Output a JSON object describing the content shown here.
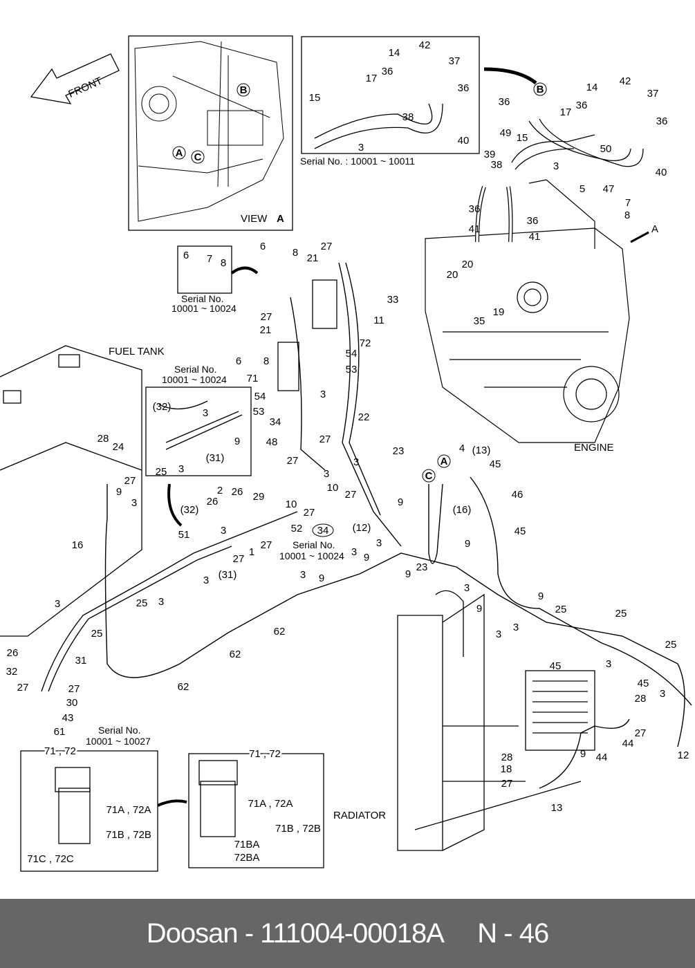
{
  "footer": {
    "text": "Doosan - 111004-00018A     N - 46"
  },
  "captions": {
    "fuel_tank": "FUEL TANK",
    "engine": "ENGINE",
    "radiator": "RADIATOR",
    "view_a": "VIEW",
    "view_a_letter": "A",
    "front": "FRONT",
    "serial_inset_top": "Serial No. : 10001 ~ 10011",
    "serial_small_1": "Serial No.",
    "serial_small_1_range": "10001 ~ 10024",
    "serial_box2": "Serial No.",
    "serial_box2_range": "10001 ~ 10024",
    "serial_34": "Serial No.",
    "serial_34_range": "10001 ~ 10024",
    "serial_filter": "Serial No.",
    "serial_filter_range": "10001 ~ 10027",
    "box3_title": "71 , 72",
    "box4_title": "71 , 72"
  },
  "callouts": [
    "A",
    "B",
    "C",
    "34"
  ],
  "labels": [
    "42",
    "14",
    "37",
    "36",
    "17",
    "36",
    "36",
    "15",
    "49",
    "3",
    "50",
    "40",
    "39",
    "38",
    "5",
    "47",
    "7",
    "8",
    "36",
    "36",
    "41",
    "41",
    "A",
    "20",
    "20",
    "19",
    "35",
    "14",
    "42",
    "37",
    "36",
    "17",
    "36",
    "15",
    "38",
    "40",
    "3",
    "6",
    "7",
    "8",
    "6",
    "8",
    "27",
    "21",
    "33",
    "11",
    "27",
    "21",
    "72",
    "54",
    "6",
    "8",
    "53",
    "71",
    "54",
    "53",
    "34",
    "48",
    "3",
    "22",
    "23",
    "27",
    "3",
    "27",
    "3",
    "10",
    "27",
    "10",
    "27",
    "29",
    "2",
    "26",
    "26",
    "3",
    "27",
    "1",
    "27",
    "52",
    "(32)",
    "3",
    "9",
    "(31)",
    "25",
    "3",
    "28",
    "24",
    "27",
    "9",
    "3",
    "16",
    "(32)",
    "51",
    "3",
    "(31)",
    "25",
    "3",
    "3",
    "25",
    "31",
    "26",
    "32",
    "27",
    "27",
    "30",
    "43",
    "61",
    "62",
    "62",
    "62",
    "3",
    "9",
    "3",
    "9",
    "3",
    "9",
    "23",
    "9",
    "(12)",
    "4",
    "(13)",
    "45",
    "46",
    "(16)",
    "45",
    "9",
    "3",
    "9",
    "9",
    "25",
    "3",
    "3",
    "25",
    "45",
    "3",
    "25",
    "45",
    "3",
    "28",
    "27",
    "44",
    "44",
    "9",
    "12",
    "28",
    "18",
    "27",
    "13",
    "71A , 72A",
    "71B , 72B",
    "71C , 72C",
    "71A , 72A",
    "71B , 72B",
    "71BA",
    "72BA"
  ],
  "colors": {
    "line": "#000000",
    "footer_bg": "#666666",
    "footer_text": "#ffffff"
  }
}
